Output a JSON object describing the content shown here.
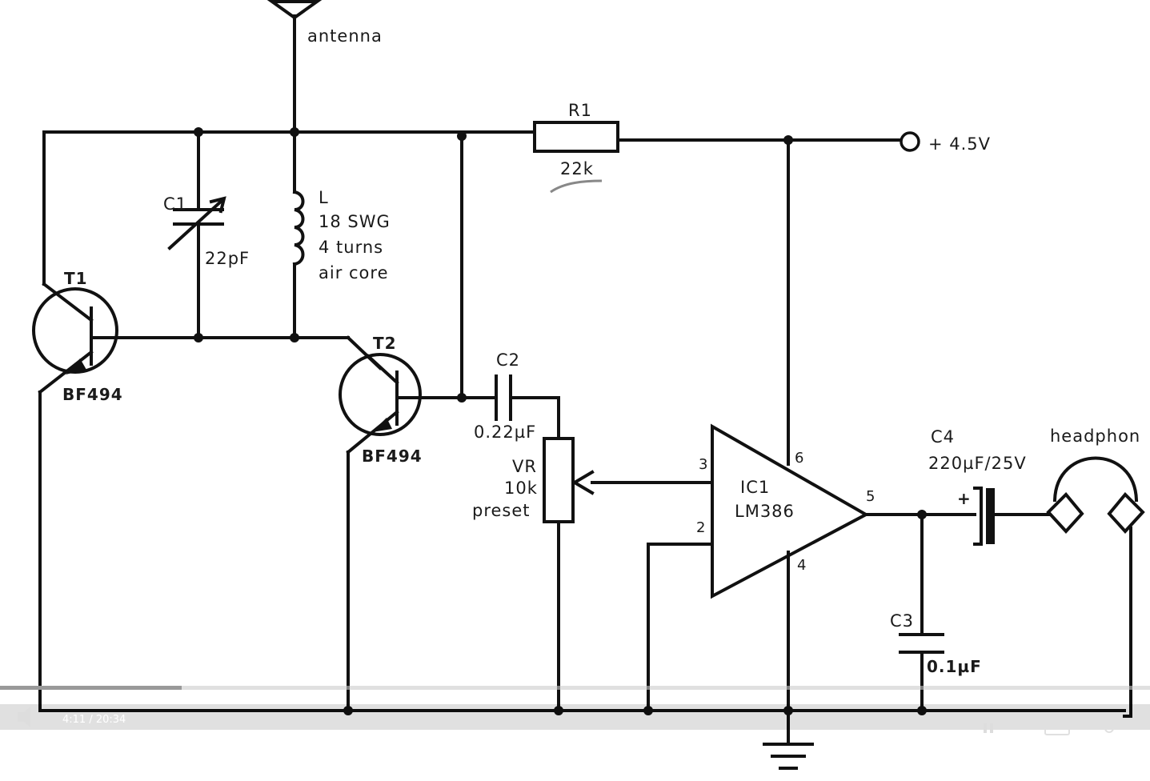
{
  "labels": {
    "antenna": "antenna",
    "r1_name": "R1",
    "r1_value": "22k",
    "supply": "+ 4.5V",
    "c1_name": "C1",
    "c1_value": "22pF",
    "l_name": "L",
    "l_line1": "18 SWG",
    "l_line2": "4 turns",
    "l_line3": "air core",
    "t1_name": "T1",
    "t1_part": "BF494",
    "t2_name": "T2",
    "t2_part": "BF494",
    "c2_name": "C2",
    "c2_value": "0.22µF",
    "vr_line1": "VR",
    "vr_line2": "10k",
    "vr_line3": "preset",
    "ic_name": "IC1",
    "ic_part": "LM386",
    "pin3": "3",
    "pin2": "2",
    "pin6": "6",
    "pin5": "5",
    "pin4": "4",
    "c4_name": "C4",
    "c4_value": "220µF/25V",
    "c4_plus": "+",
    "c3_name": "C3",
    "c3_value": "0.1µF",
    "headphone": "headphon"
  },
  "video": {
    "time": "4:11 / 20:34",
    "progress": 0.158
  }
}
